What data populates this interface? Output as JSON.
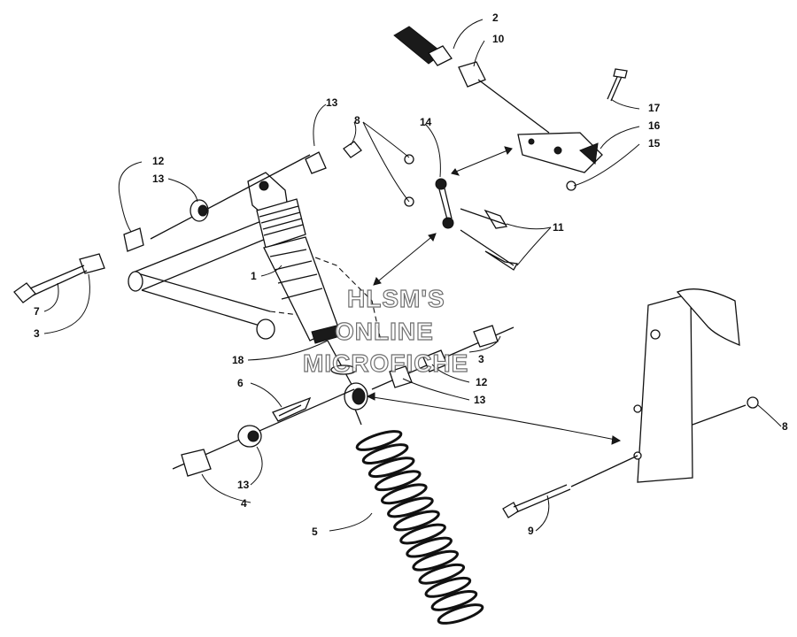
{
  "callouts": {
    "c1": "1",
    "c2": "2",
    "c3a": "3",
    "c3b": "3",
    "c4": "4",
    "c5": "5",
    "c6": "6",
    "c7": "7",
    "c8a": "8",
    "c8b": "8",
    "c9": "9",
    "c10": "10",
    "c11": "11",
    "c12a": "12",
    "c12b": "12",
    "c13a": "13",
    "c13b": "13",
    "c13c": "13",
    "c13d": "13",
    "c14": "14",
    "c15": "15",
    "c16": "16",
    "c17": "17",
    "c18": "18"
  },
  "watermark": {
    "line1": "HLSM'S",
    "line2": "ONLINE",
    "line3": "MICROFICHE"
  }
}
